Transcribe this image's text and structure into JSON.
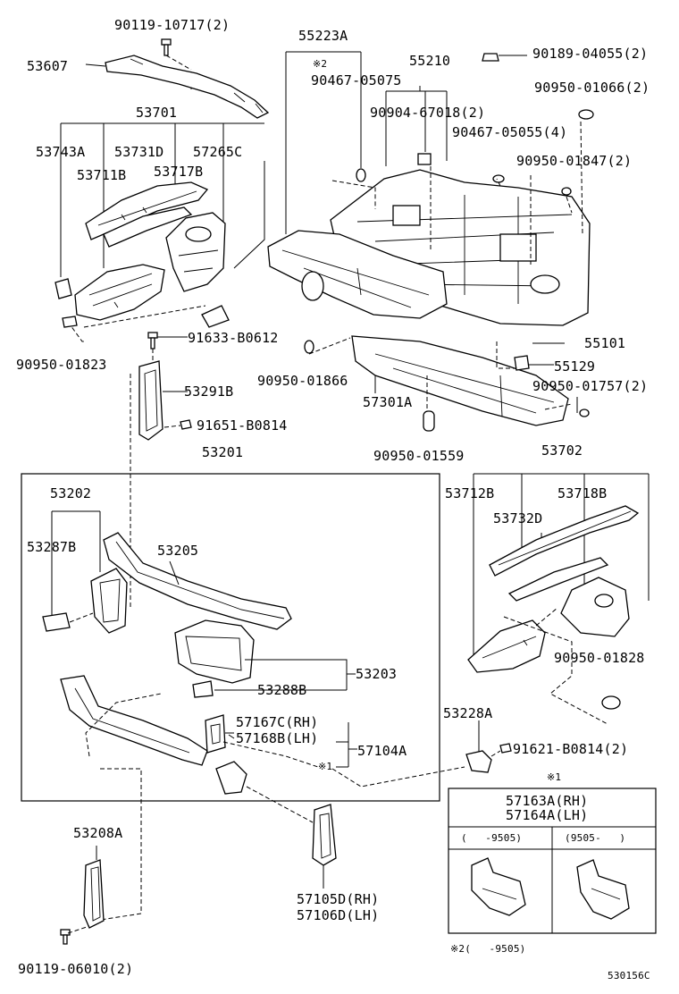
{
  "callouts": {
    "b90119_10717": "90119-10717(2)",
    "p53607": "53607",
    "p53701": "53701",
    "p53743a": "53743A",
    "p53731d": "53731D",
    "p57265c": "57265C",
    "p53711b": "53711B",
    "p53717b": "53717B",
    "p90950_01823": "90950-01823",
    "p91633_b0612": "91633-B0612",
    "p53291b": "53291B",
    "p91651_b0814": "91651-B0814",
    "p55223a": "55223A",
    "note2_mark": "※2",
    "p90467_05075": "90467-05075",
    "p55210": "55210",
    "p90904_67018": "90904-67018(2)",
    "p90189_04055": "90189-04055(2)",
    "p90950_01066": "90950-01066(2)",
    "p90467_05055": "90467-05055(4)",
    "p90950_01847": "90950-01847(2)",
    "p55101": "55101",
    "p55129": "55129",
    "p90950_01757": "90950-01757(2)",
    "p90950_01866": "90950-01866",
    "p57301a": "57301A",
    "p90950_01559": "90950-01559",
    "p53201": "53201",
    "p53702": "53702",
    "p53202": "53202",
    "p53287b": "53287B",
    "p53205": "53205",
    "p53203": "53203",
    "p53288b": "53288B",
    "p57167c": "57167C(RH)",
    "p57168b": "57168B(LH)",
    "p57104a": "57104A",
    "note1_mark": "※1",
    "p53712b": "53712B",
    "p53718b": "53718B",
    "p53732d": "53732D",
    "p90950_01828": "90950-01828",
    "p53228a": "53228A",
    "p91621_b0814": "91621-B0814(2)",
    "p53208a": "53208A",
    "p90119_06010": "90119-06010(2)",
    "p57105d": "57105D(RH)",
    "p57106d": "57106D(LH)"
  },
  "inset": {
    "marker": "※1",
    "title_rh": "57163A(RH)",
    "title_lh": "57164A(LH)",
    "col1": "(   -9505)",
    "col2": "(9505-   )"
  },
  "footnote": "※2(   -9505)",
  "diagram_id": "530156C"
}
